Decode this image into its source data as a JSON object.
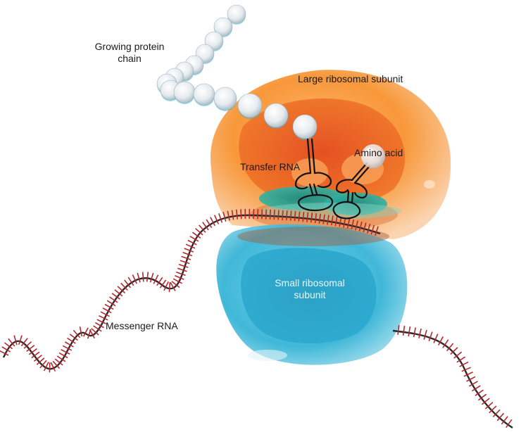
{
  "labels": {
    "growing_protein_chain": [
      "Growing protein",
      "chain"
    ],
    "large_ribosomal_subunit": "Large ribosomal subunit",
    "transfer_rna": "Transfer RNA",
    "amino_acid": "Amino acid",
    "small_ribosomal_subunit": [
      "Small ribosomal",
      "subunit"
    ],
    "messenger_rna": "Messenger RNA"
  },
  "colors": {
    "large_subunit": "#f7922f",
    "large_subunit_core": "#e8571b",
    "small_subunit": "#37b4d6",
    "small_subunit_core": "#1f9fc5",
    "teal_site": "#1aa39a",
    "mrna_strand": "#b3282f",
    "mrna_backbone": "#2a2a2a",
    "trna_outline": "#111111",
    "bead": "#e9edf1",
    "bead_edge": "#9fb3bf",
    "bead_accent": "#3fb6c8"
  }
}
